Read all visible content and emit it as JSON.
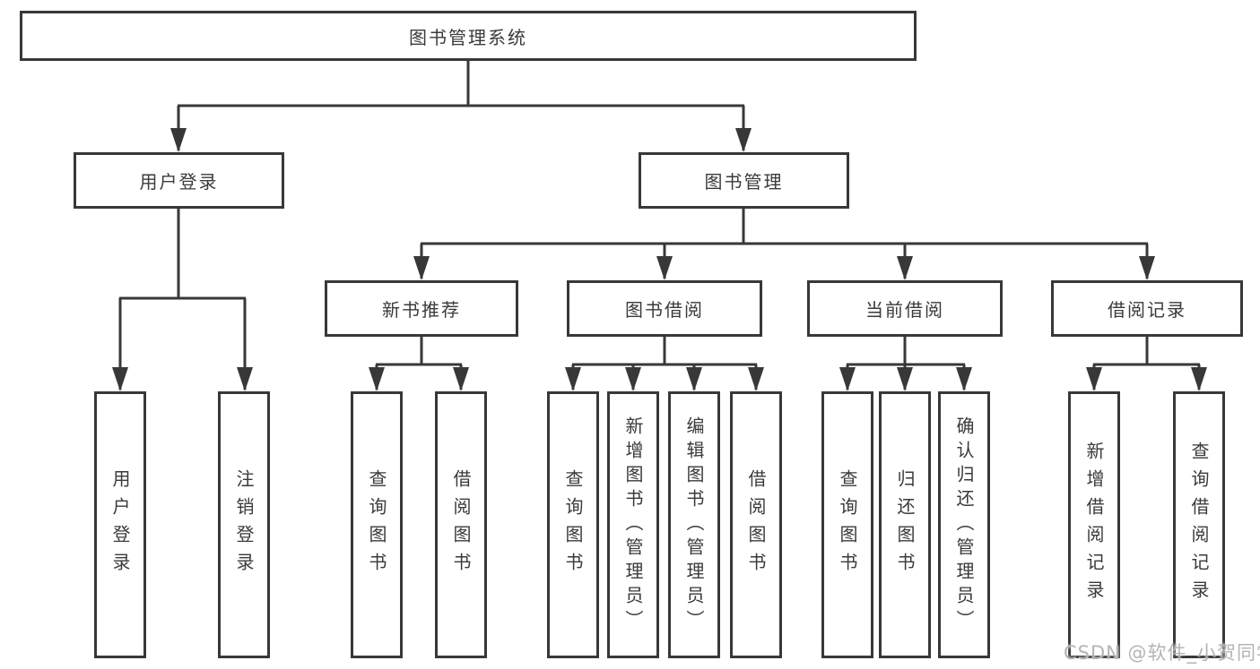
{
  "colors": {
    "line": "#383838",
    "text": "#3a3a3a",
    "box_background": "#ffffff",
    "page_background": "#ffffff",
    "watermark": "#b4b4b4"
  },
  "tree": {
    "root": "图书管理系统",
    "branches": {
      "user_login": {
        "label": "用户登录",
        "children": [
          "用户登录",
          "注销登录"
        ]
      },
      "book_management": {
        "label": "图书管理",
        "sections": {
          "new_book_recommend": {
            "label": "新书推荐",
            "children": [
              "查询图书",
              "借阅图书"
            ]
          },
          "book_borrowing": {
            "label": "图书借阅",
            "children": [
              "查询图书",
              "新增图书（管理员）",
              "编辑图书（管理员）",
              "借阅图书"
            ]
          },
          "current_borrowing": {
            "label": "当前借阅",
            "children": [
              "查询图书",
              "归还图书",
              "确认归还（管理员）"
            ]
          },
          "borrowing_records": {
            "label": "借阅记录",
            "children": [
              "新增借阅记录",
              "查询借阅记录"
            ]
          }
        }
      }
    }
  },
  "watermark": "CSDN @软件_小贺同学"
}
